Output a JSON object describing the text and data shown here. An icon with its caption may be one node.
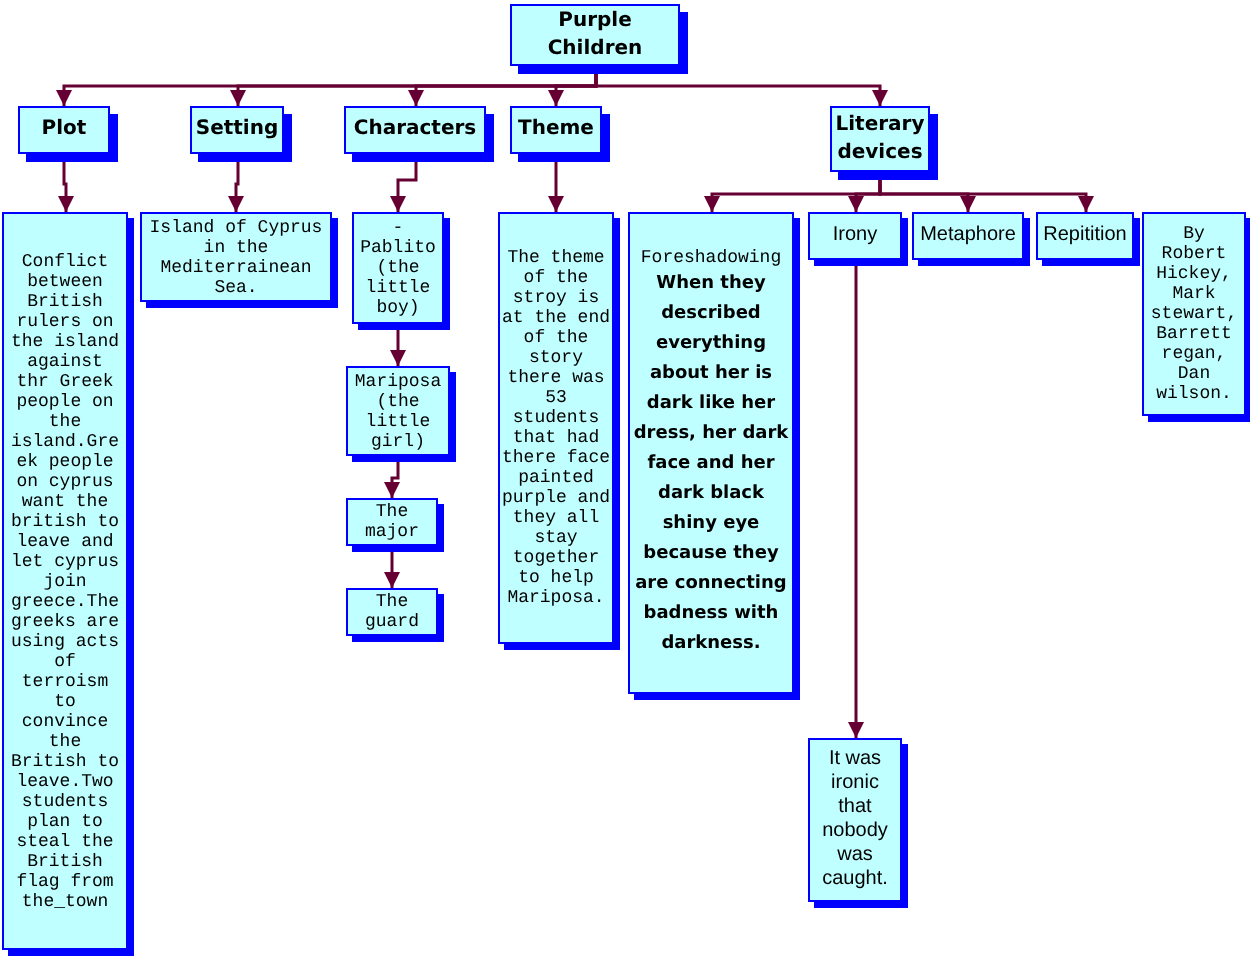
{
  "diagram": {
    "nodes": [
      {
        "text": [
          "Purple Children"
        ]
      },
      {
        "text": [
          "Plot"
        ]
      },
      {
        "text": [
          "Setting"
        ]
      },
      {
        "text": [
          "Characters"
        ]
      },
      {
        "text": [
          "Theme"
        ]
      },
      {
        "text": [
          "Literary devices"
        ]
      },
      {
        "text": [
          "Conflict between British rulers on the island against thr Greek people on the island.Greek people on cyprus want the british to leave and let cyprus join greece.The greeks are using acts of terroism to convince the British to leave.Two students plan to steal the British flag from the_town"
        ]
      },
      {
        "text": [
          "Island of Cyprus in the Mediterrainean Sea."
        ]
      },
      {
        "text": [
          "- Pablito (the little boy)"
        ]
      },
      {
        "text": [
          "Mariposa (the little girl)"
        ]
      },
      {
        "text": [
          "The major"
        ]
      },
      {
        "text": [
          "The guard"
        ]
      },
      {
        "text": [
          "The theme of the stroy is at the end of the story there was 53 students that had there face painted purple and they all stay together to help Mariposa."
        ]
      },
      {
        "text": [
          "Foreshadowing",
          "When they described everything about her is dark like her dress, her dark face and her dark black shiny eye because they are connecting badness with darkness."
        ]
      },
      {
        "text": [
          "Irony"
        ]
      },
      {
        "text": [
          "Metaphore"
        ]
      },
      {
        "text": [
          "Repitition"
        ]
      },
      {
        "text": [
          "By Robert Hickey, Mark stewart, Barrett regan, Dan wilson."
        ]
      },
      {
        "text": [
          "It was ironic that nobody was caught."
        ]
      }
    ],
    "edges": [
      {
        "from": 0,
        "to": 1,
        "arrow": "to"
      },
      {
        "from": 0,
        "to": 2,
        "arrow": "to"
      },
      {
        "from": 0,
        "to": 3,
        "arrow": "to"
      },
      {
        "from": 0,
        "to": 4,
        "arrow": "to"
      },
      {
        "from": 0,
        "to": 5,
        "arrow": "to"
      },
      {
        "from": 1,
        "to": 6,
        "arrow": "to"
      },
      {
        "from": 2,
        "to": 7,
        "arrow": "to"
      },
      {
        "from": 3,
        "to": 8,
        "arrow": "to"
      },
      {
        "from": 8,
        "to": 9,
        "arrow": "to"
      },
      {
        "from": 9,
        "to": 10,
        "arrow": "to"
      },
      {
        "from": 10,
        "to": 11,
        "arrow": "to"
      },
      {
        "from": 4,
        "to": 12,
        "arrow": "to"
      },
      {
        "from": 5,
        "to": 13,
        "arrow": "to"
      },
      {
        "from": 5,
        "to": 14,
        "arrow": "to"
      },
      {
        "from": 5,
        "to": 15,
        "arrow": "to"
      },
      {
        "from": 5,
        "to": 16,
        "arrow": "to"
      },
      {
        "from": 14,
        "to": 18,
        "arrow": "to"
      }
    ]
  }
}
